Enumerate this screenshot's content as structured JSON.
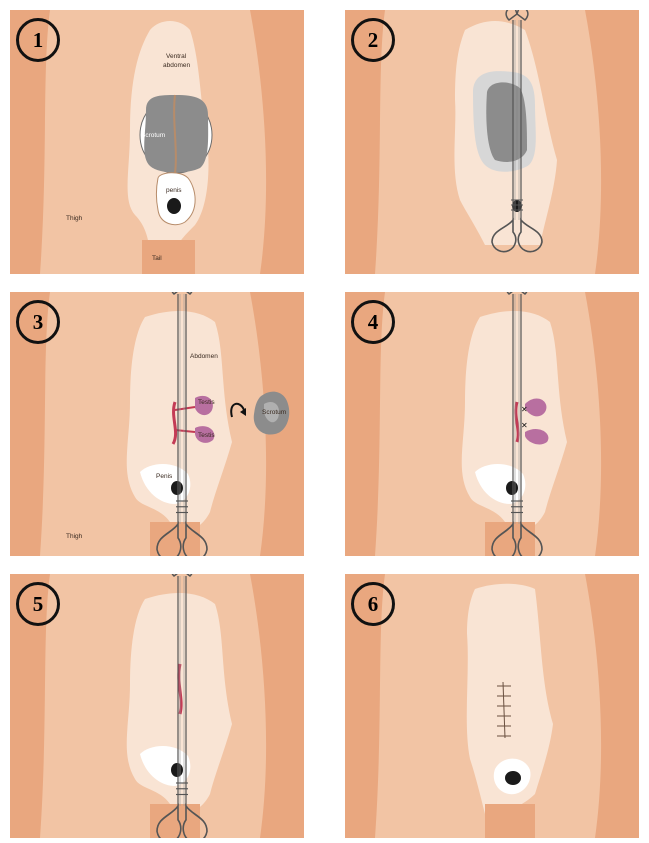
{
  "panels": [
    {
      "number": "1",
      "labels": {
        "ventral": "Ventral",
        "abdomen": "abdomen",
        "scrotum": "Scrotum",
        "penis": "penis",
        "thigh": "Thigh",
        "tail": "Tail"
      }
    },
    {
      "number": "2"
    },
    {
      "number": "3",
      "labels": {
        "abdomen": "Abdomen",
        "testis_upper": "Testis",
        "testis_lower": "Testis",
        "scrotum": "Scrotum",
        "penis": "Penis",
        "thigh": "Thigh"
      }
    },
    {
      "number": "4"
    },
    {
      "number": "5"
    },
    {
      "number": "6"
    }
  ],
  "colors": {
    "skin": "#f2c4a4",
    "skin_dark": "#e9a77f",
    "skin_light": "#f9e4d4",
    "scrotum": "#8c8c8c",
    "testis": "#b86fa0",
    "incision": "#c33b55"
  },
  "icons": [
    "hemostat-icon",
    "rotate-arrow-icon",
    "suture-icon"
  ]
}
